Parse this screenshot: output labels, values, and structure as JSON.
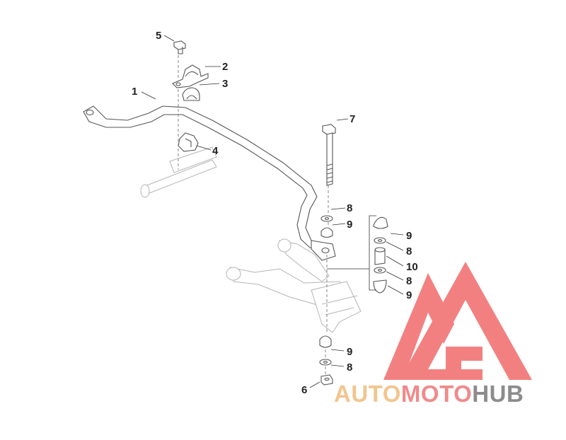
{
  "callouts": [
    {
      "id": "c1",
      "label": "1"
    },
    {
      "id": "c2",
      "label": "2"
    },
    {
      "id": "c3",
      "label": "3"
    },
    {
      "id": "c4",
      "label": "4"
    },
    {
      "id": "c5",
      "label": "5"
    },
    {
      "id": "c6",
      "label": "6"
    },
    {
      "id": "c7",
      "label": "7"
    },
    {
      "id": "c8a",
      "label": "8"
    },
    {
      "id": "c9a",
      "label": "9"
    },
    {
      "id": "c9b",
      "label": "9"
    },
    {
      "id": "c8b",
      "label": "8"
    },
    {
      "id": "c10",
      "label": "10"
    },
    {
      "id": "c8c",
      "label": "8"
    },
    {
      "id": "c9c",
      "label": "9"
    },
    {
      "id": "c9d",
      "label": "9"
    },
    {
      "id": "c8d",
      "label": "8"
    }
  ],
  "watermark": {
    "word1": "AUTO",
    "word2": "MOTO",
    "word3": "HUB",
    "color_auto": "#f2c58f",
    "color_moto": "#f08a8a",
    "color_hub": "#8c8c8c",
    "triangle_color": "#f26a6a"
  }
}
